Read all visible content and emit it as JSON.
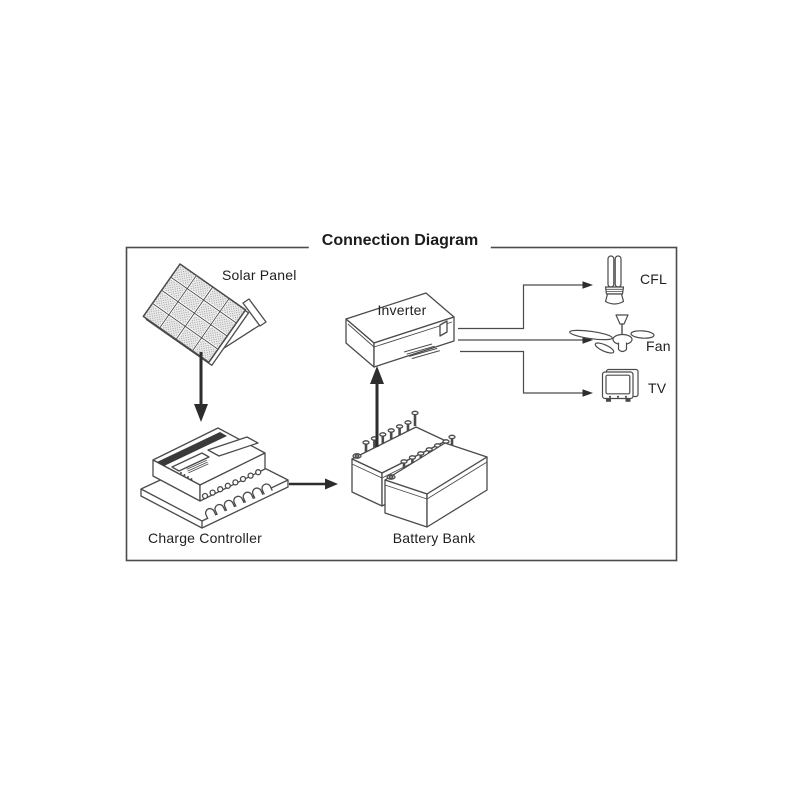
{
  "diagram": {
    "title": "Connection Diagram",
    "nodes": {
      "solar_panel": {
        "label": "Solar Panel",
        "icon": "solar-panel-icon"
      },
      "charge_controller": {
        "label": "Charge Controller",
        "icon": "charge-controller-icon"
      },
      "battery_bank": {
        "label": "Battery Bank",
        "icon": "battery-bank-icon"
      },
      "inverter": {
        "label": "Inverter",
        "icon": "inverter-icon"
      },
      "cfl": {
        "label": "CFL",
        "icon": "cfl-bulb-icon"
      },
      "fan": {
        "label": "Fan",
        "icon": "ceiling-fan-icon"
      },
      "tv": {
        "label": "TV",
        "icon": "tv-icon"
      }
    },
    "connections": [
      {
        "from": "solar_panel",
        "to": "charge_controller",
        "style": "arrow-down"
      },
      {
        "from": "charge_controller",
        "to": "battery_bank",
        "style": "arrow-right"
      },
      {
        "from": "battery_bank",
        "to": "inverter",
        "style": "arrow-up"
      },
      {
        "from": "inverter",
        "to": "cfl",
        "style": "wire-arrow"
      },
      {
        "from": "inverter",
        "to": "fan",
        "style": "wire-arrow"
      },
      {
        "from": "inverter",
        "to": "tv",
        "style": "wire-arrow"
      }
    ],
    "colors": {
      "background": "#ffffff",
      "line": "#4b4b4b",
      "arrow": "#2d2d2d",
      "text": "#232020",
      "panel_stipple": "#9a9a9a"
    }
  }
}
